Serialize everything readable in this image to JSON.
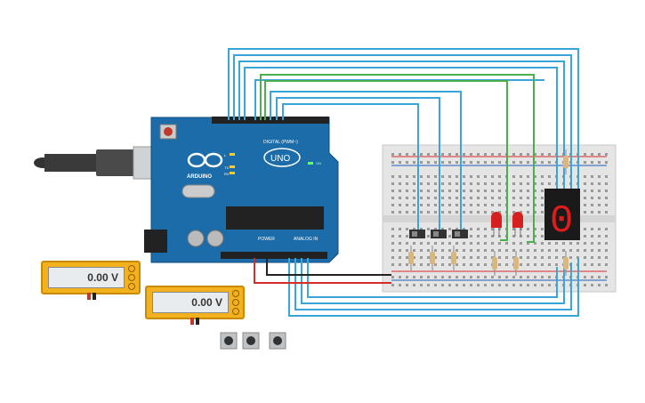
{
  "arduino": {
    "logo_text": "ARDUINO",
    "model": "UNO",
    "digital_label": "DIGITAL (PWM~)",
    "power_label": "POWER",
    "analog_label": "ANALOG IN",
    "on_label": "ON",
    "tx_label": "TX",
    "rx_label": "RX",
    "l_label": "L"
  },
  "multimeters": [
    {
      "reading": "0.00 V"
    },
    {
      "reading": "0.00 V"
    }
  ],
  "seven_segment": {
    "digit": "0",
    "color": "#e21b1b"
  },
  "colors": {
    "board": "#1b6ca8",
    "wire_blue": "#3aa6d8",
    "wire_green": "#4cae4c",
    "wire_red": "#d62b2b",
    "wire_black": "#222222",
    "led_red": "#d62020",
    "meter_body": "#f4b11e"
  }
}
